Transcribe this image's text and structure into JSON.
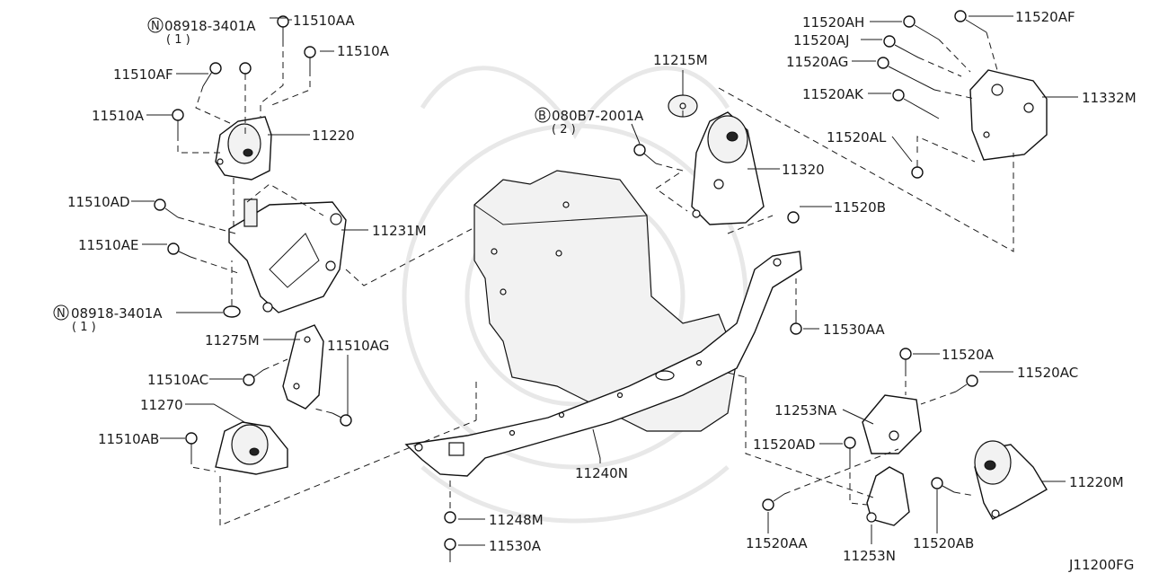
{
  "diagram": {
    "callouts": [
      {
        "id": "08918-3401A-top",
        "text": "08918-3401A",
        "prefix": "N",
        "qty": "( 1 )"
      },
      {
        "id": "11510AA",
        "text": "11510AA"
      },
      {
        "id": "11510A-top",
        "text": "11510A"
      },
      {
        "id": "11510AF",
        "text": "11510AF"
      },
      {
        "id": "11510A-left",
        "text": "11510A"
      },
      {
        "id": "11220",
        "text": "11220"
      },
      {
        "id": "11510AD",
        "text": "11510AD"
      },
      {
        "id": "11231M",
        "text": "11231M"
      },
      {
        "id": "11510AE",
        "text": "11510AE"
      },
      {
        "id": "08918-3401A-bottom",
        "text": "08918-3401A",
        "prefix": "N",
        "qty": "( 1 )"
      },
      {
        "id": "11275M",
        "text": "11275M"
      },
      {
        "id": "11510AG",
        "text": "11510AG"
      },
      {
        "id": "11510AC",
        "text": "11510AC"
      },
      {
        "id": "11270",
        "text": "11270"
      },
      {
        "id": "11510AB",
        "text": "11510AB"
      },
      {
        "id": "11215M",
        "text": "11215M"
      },
      {
        "id": "080B7-2001A",
        "text": "080B7-2001A",
        "prefix": "B",
        "qty": "( 2 )"
      },
      {
        "id": "11320",
        "text": "11320"
      },
      {
        "id": "11520B",
        "text": "11520B"
      },
      {
        "id": "11520AH",
        "text": "11520AH"
      },
      {
        "id": "11520AF",
        "text": "11520AF"
      },
      {
        "id": "11520AJ",
        "text": "11520AJ"
      },
      {
        "id": "11520AG",
        "text": "11520AG"
      },
      {
        "id": "11520AK",
        "text": "11520AK"
      },
      {
        "id": "11332M",
        "text": "11332M"
      },
      {
        "id": "11520AL",
        "text": "11520AL"
      },
      {
        "id": "11530AA",
        "text": "11530AA"
      },
      {
        "id": "11520A",
        "text": "11520A"
      },
      {
        "id": "11520AC",
        "text": "11520AC"
      },
      {
        "id": "11253NA",
        "text": "11253NA"
      },
      {
        "id": "11520AD",
        "text": "11520AD"
      },
      {
        "id": "11220M",
        "text": "11220M"
      },
      {
        "id": "11240N",
        "text": "11240N"
      },
      {
        "id": "11248M",
        "text": "11248M"
      },
      {
        "id": "11530A",
        "text": "11530A"
      },
      {
        "id": "11520AA",
        "text": "11520AA"
      },
      {
        "id": "11253N",
        "text": "11253N"
      },
      {
        "id": "11520AB",
        "text": "11520AB"
      }
    ],
    "figure_code": "J11200FG"
  }
}
